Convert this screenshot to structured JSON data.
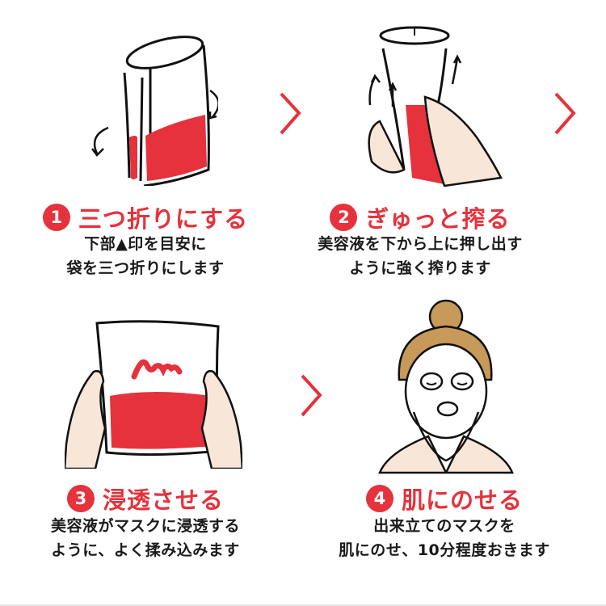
{
  "steps": [
    {
      "number": "1",
      "title": "三つ折りにする",
      "desc_line1": "下部▲印を目安に",
      "desc_line2": "袋を三つ折りにします",
      "illustration": "folded-pouch-icon"
    },
    {
      "number": "2",
      "title": "ぎゅっと搾る",
      "desc_line1": "美容液を下から上に押し出す",
      "desc_line2": "ように強く搾ります",
      "illustration": "squeeze-pouch-hand-icon"
    },
    {
      "number": "3",
      "title": "浸透させる",
      "desc_line1": "美容液がマスクに浸透する",
      "desc_line2": "ように、よく揉み込みます",
      "illustration": "knead-pouch-hands-icon"
    },
    {
      "number": "4",
      "title": "肌にのせる",
      "desc_line1": "出来立てのマスクを",
      "desc_line2": "肌にのせ、10分程度おきます",
      "illustration": "face-mask-woman-icon"
    }
  ],
  "arrows": [
    "chevron-right-icon",
    "chevron-right-icon",
    "chevron-right-icon"
  ],
  "colors": {
    "accent": "#e5323c",
    "text": "#1a1a1a",
    "skin": "#f8e6d9",
    "hair": "#c79a5a"
  }
}
